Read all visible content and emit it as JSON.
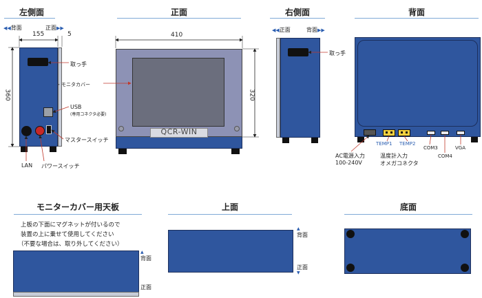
{
  "titles": {
    "left_side": "左側面",
    "front": "正面",
    "right_side": "右側面",
    "back": "背面",
    "cover": "モニターカバー用天板",
    "top": "上面",
    "bottom": "底面"
  },
  "direction": {
    "back": "背面",
    "front": "正面"
  },
  "dimensions": {
    "left_depth": "155",
    "left_cover": "5",
    "left_height": "360",
    "front_width": "410",
    "front_height": "320"
  },
  "labels": {
    "handle": "取っ手",
    "monitor_cover": "モニタカバー",
    "usb": "USB",
    "usb_note": "(専用コネクタ必要)",
    "master_switch": "マスタースイッチ",
    "lan": "LAN",
    "power_switch": "パワースイッチ",
    "screen_badge": "QCR-WIN",
    "ac_power": "AC電源入力",
    "ac_voltage": "100-240V",
    "temp1": "TEMP1",
    "temp2": "TEMP2",
    "com3": "COM3",
    "com4": "COM4",
    "vga": "VGA",
    "thermo_input": "温度計入力",
    "omega": "オメガコネクタ"
  },
  "cover_note": [
    "上板の下面にマグネットが付いるので",
    "装置の上に乗せて使用してください",
    "（不要な場合は、取り外してください）"
  ],
  "colors": {
    "body": "#2f569e",
    "dark": "#1c2f5c",
    "accent_line": "#7fa9d6",
    "screen": "#8d92b5"
  }
}
